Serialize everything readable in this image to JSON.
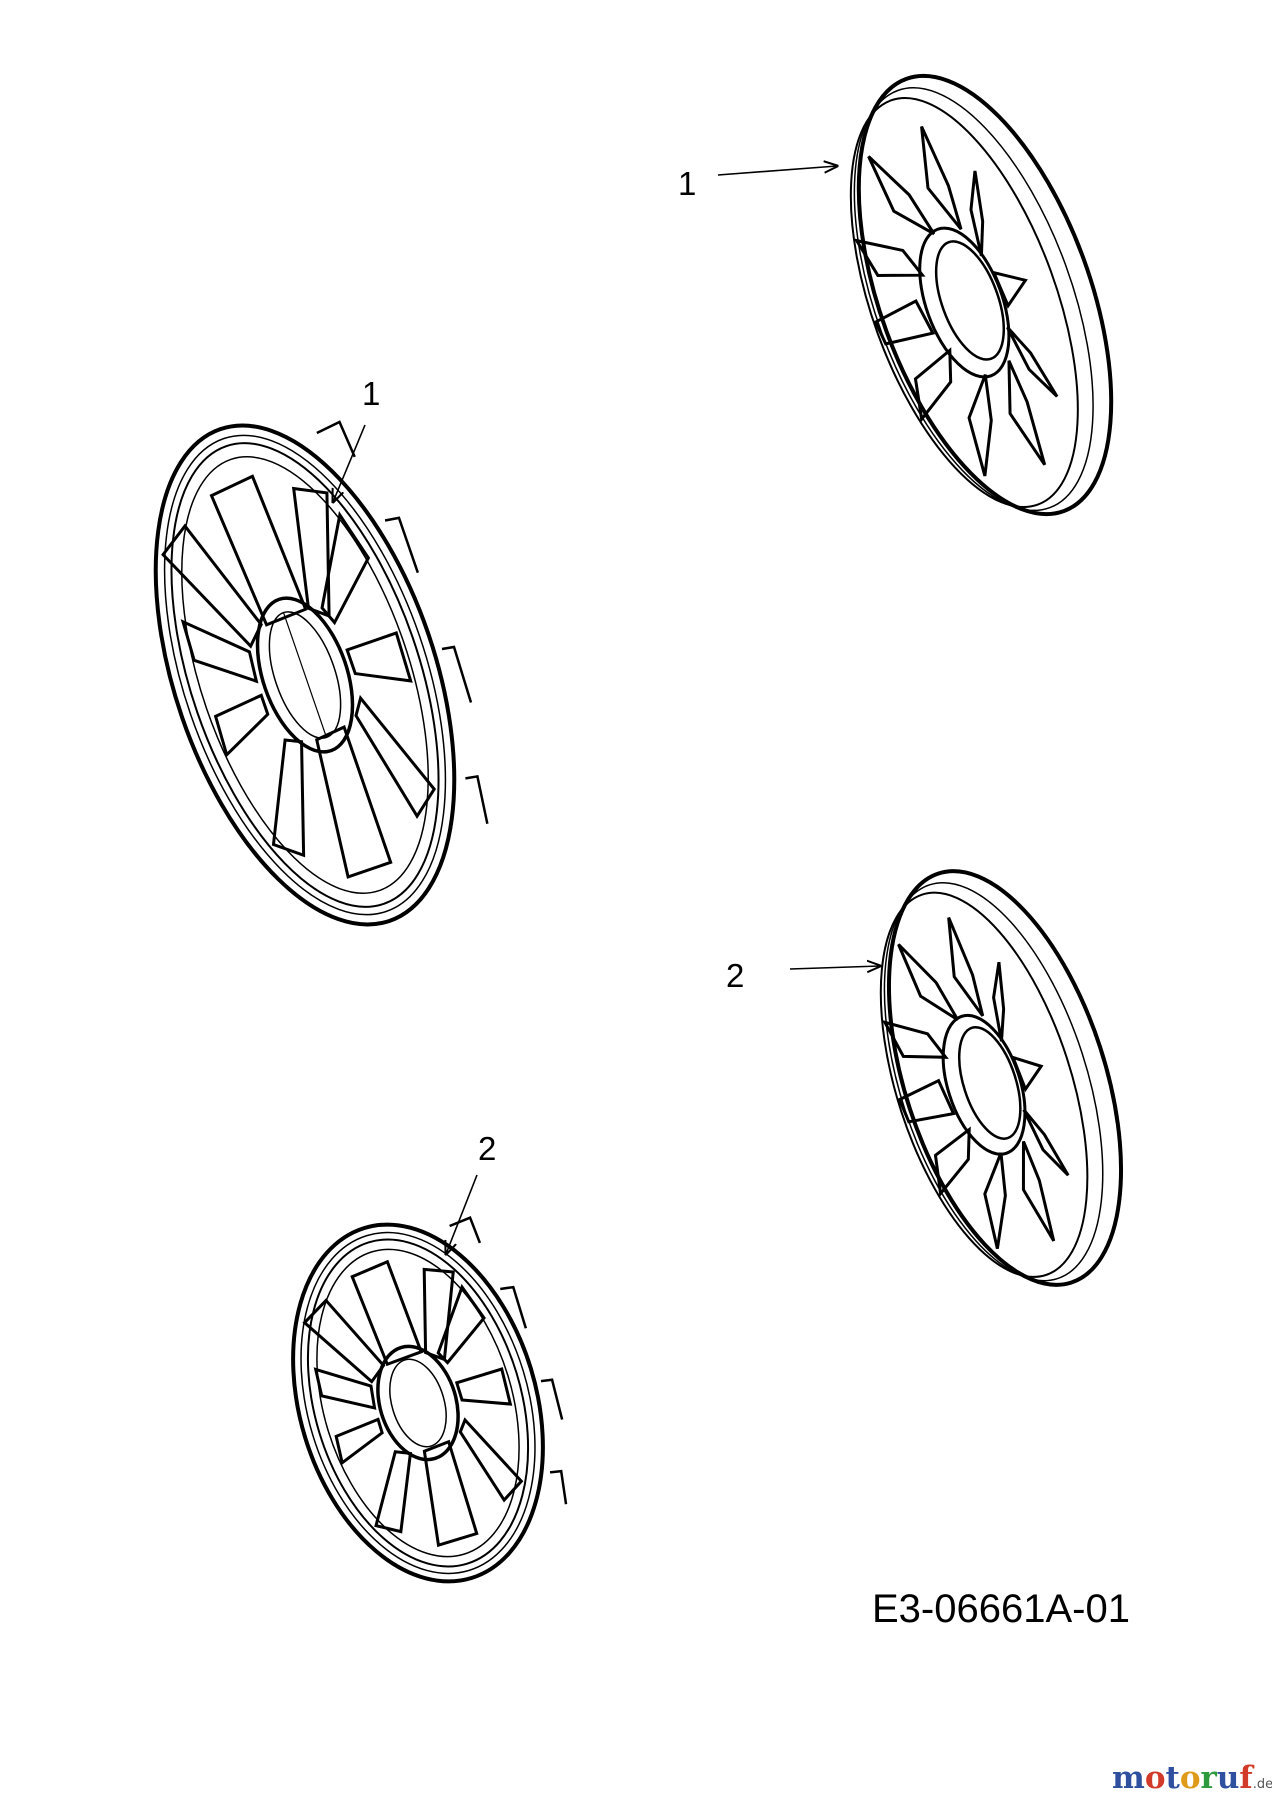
{
  "diagram": {
    "drawing_code": "E3-06661A-01",
    "callouts": [
      {
        "id": "callout-1-top",
        "label": "1"
      },
      {
        "id": "callout-1-left",
        "label": "1"
      },
      {
        "id": "callout-2-right",
        "label": "2"
      },
      {
        "id": "callout-2-bottom",
        "label": "2"
      }
    ],
    "parts": [
      {
        "id": "hubcap-1-rear-view",
        "callout": "1",
        "view": "rear"
      },
      {
        "id": "hubcap-1-front-view",
        "callout": "1",
        "view": "front"
      },
      {
        "id": "hubcap-2-rear-view",
        "callout": "2",
        "view": "rear"
      },
      {
        "id": "hubcap-2-front-view",
        "callout": "2",
        "view": "front"
      }
    ]
  },
  "watermark": {
    "letters": [
      "m",
      "o",
      "t",
      "o",
      "r",
      "u",
      "f"
    ],
    "letter_colors": [
      "#2f4f9f",
      "#d23a2a",
      "#2f4f9f",
      "#e09a1a",
      "#2e9a3e",
      "#2f4f9f",
      "#d23a2a"
    ],
    "suffix": ".de"
  }
}
